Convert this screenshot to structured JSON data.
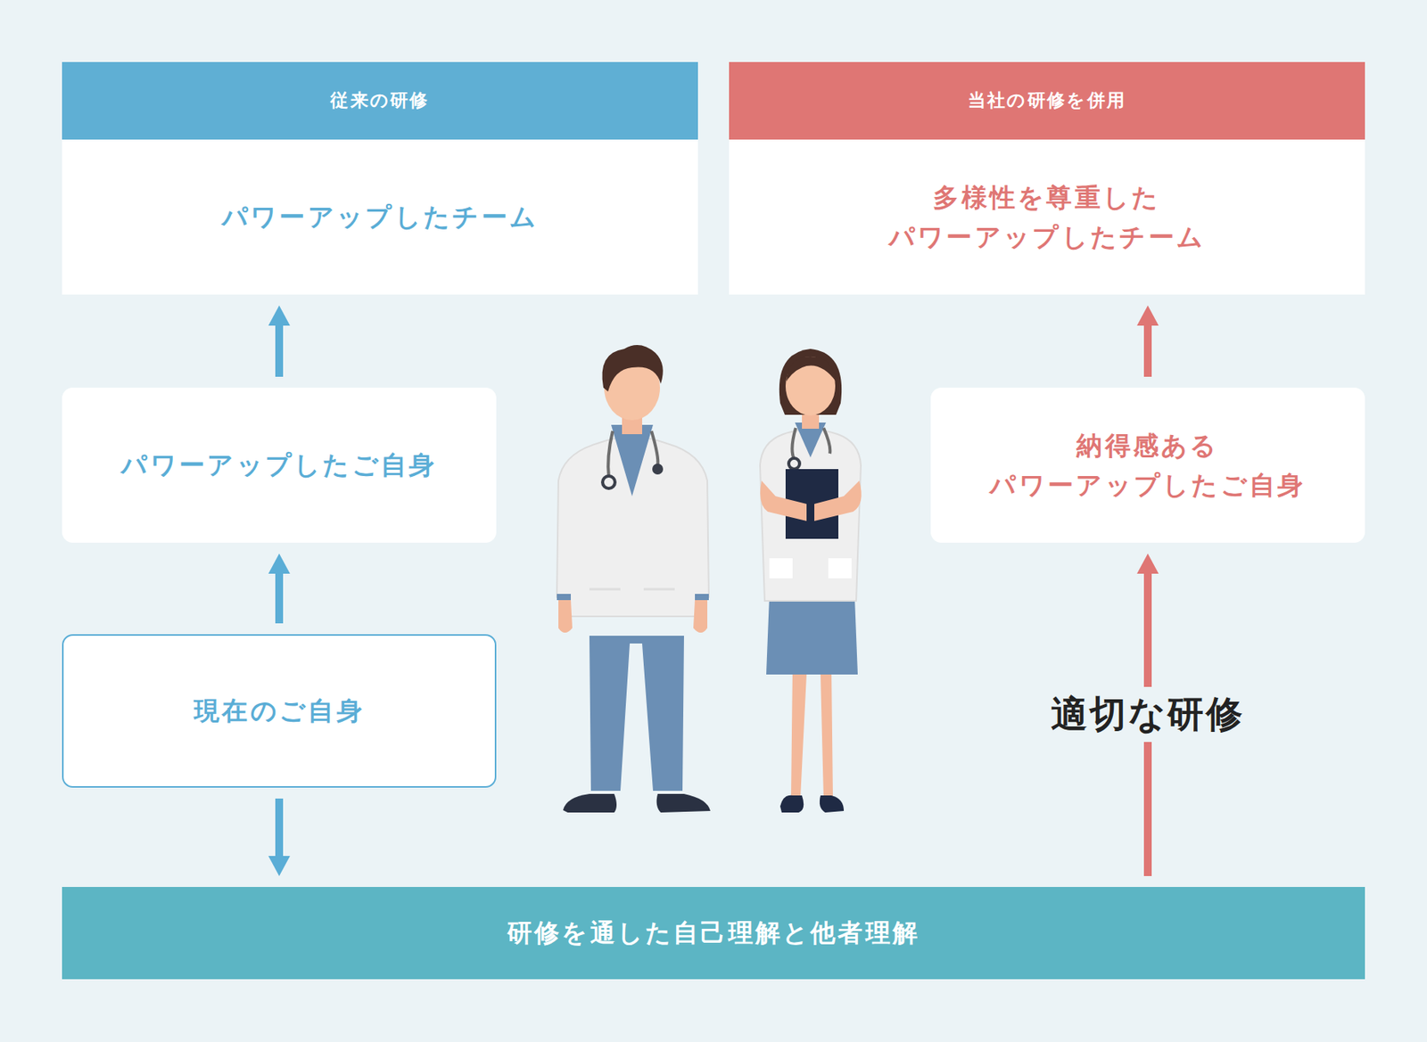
{
  "diagram": {
    "nodes": [
      {
        "text": [
          "従来の研修",
          "パワーアップしたチーム"
        ]
      },
      {
        "text": [
          "当社の研修を併用",
          "多様性を尊重した パワーアップしたチーム"
        ]
      },
      {
        "text": [
          "パワーアップしたご自身"
        ]
      },
      {
        "text": [
          "納得感ある パワーアップしたご自身"
        ]
      },
      {
        "text": [
          "現在のご自身"
        ]
      },
      {
        "text": [
          "研修を通した自己理解と他者理解"
        ]
      }
    ],
    "edges": [
      {
        "from": 4,
        "to": 2,
        "arrow": "to"
      },
      {
        "from": 2,
        "to": 0,
        "arrow": "to"
      },
      {
        "from": 4,
        "to": 5,
        "arrow": "to"
      },
      {
        "from": 5,
        "to": 3,
        "arrow": "to"
      },
      {
        "from": 3,
        "to": 1,
        "arrow": "to"
      }
    ],
    "labels": [
      "適切な研修"
    ]
  }
}
